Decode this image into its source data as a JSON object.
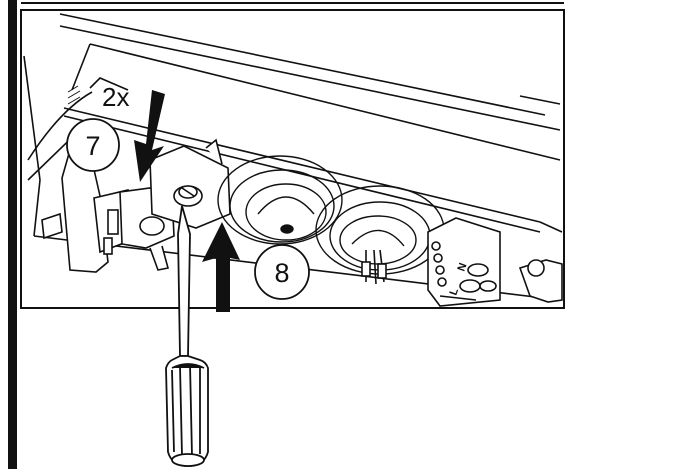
{
  "diagram": {
    "repeat_label": "2x",
    "step_a": "7",
    "step_b": "8",
    "terminal_n": "N",
    "terminal_l": "L"
  },
  "colors": {
    "line": "#111111",
    "background": "#ffffff",
    "arrow": "#111111"
  }
}
